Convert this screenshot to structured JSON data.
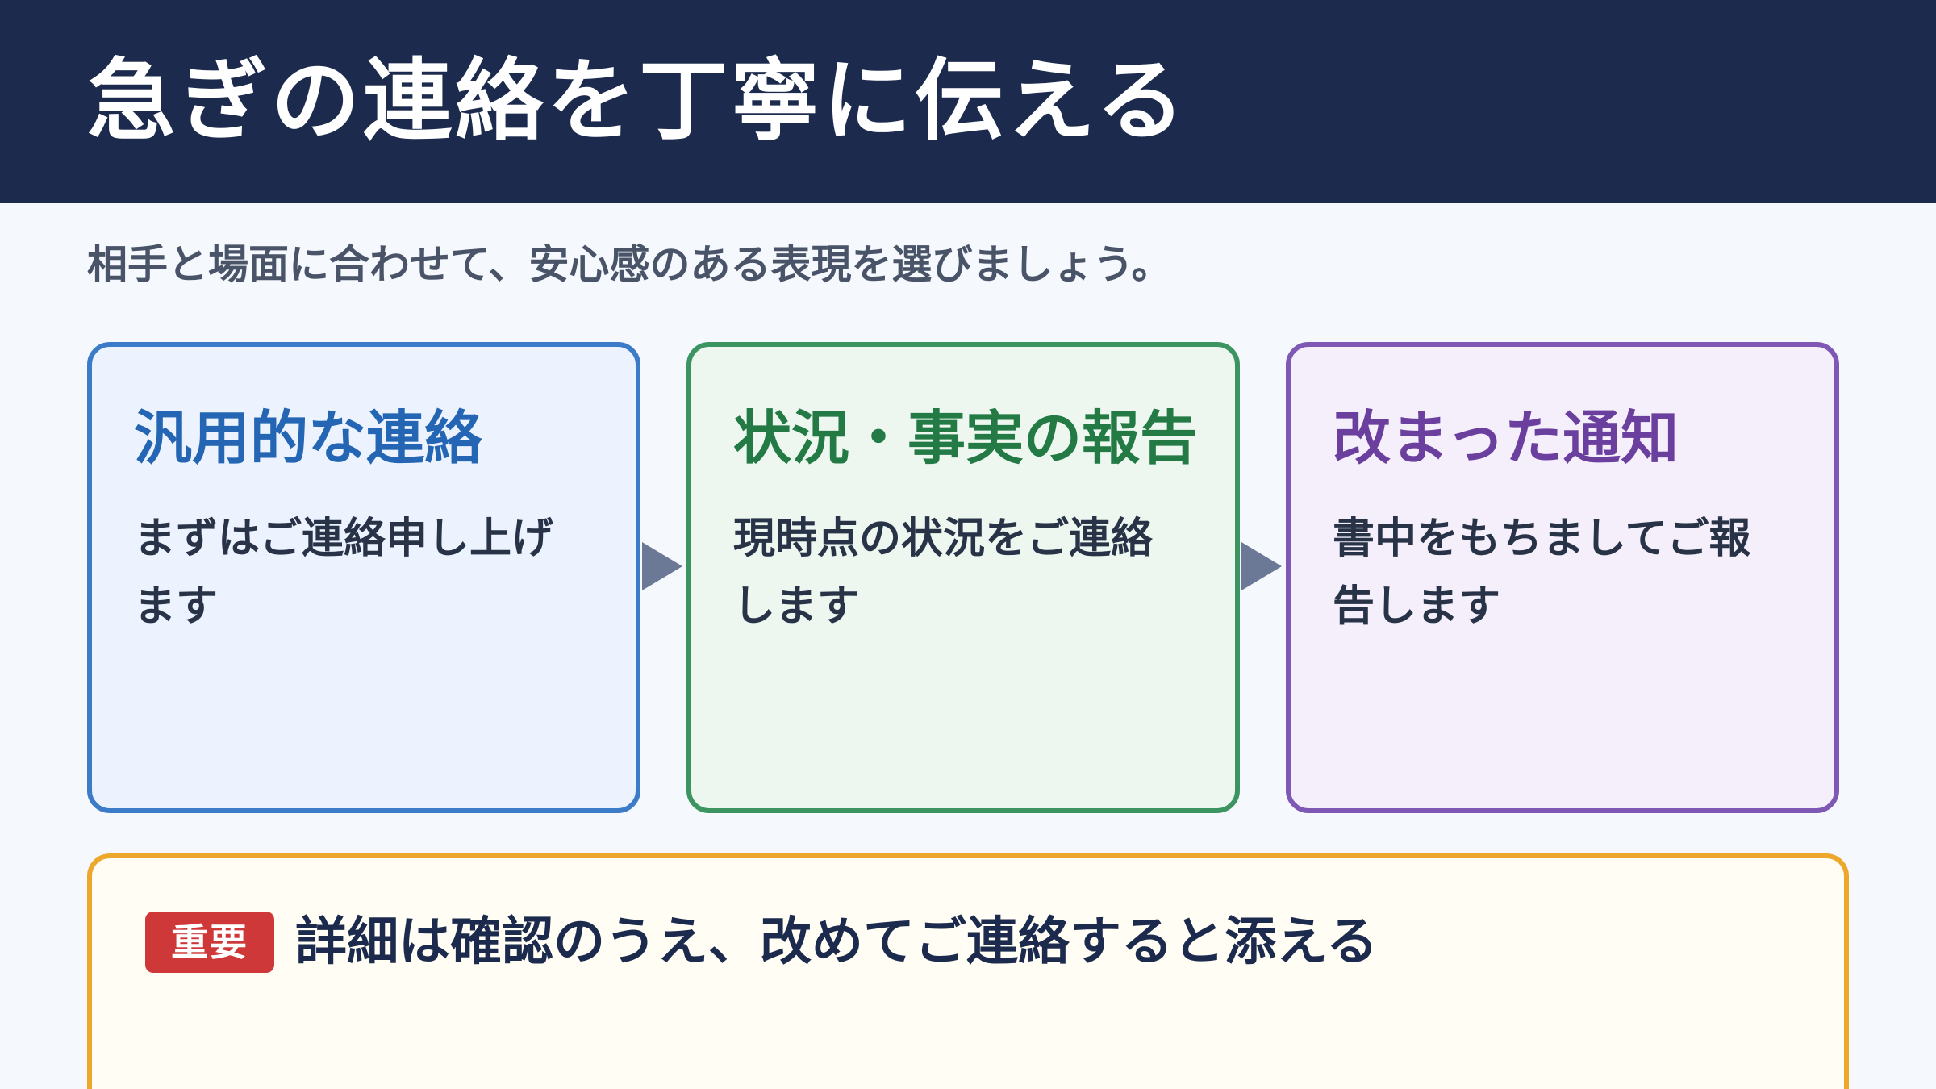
{
  "header": {
    "title": "急ぎの連絡を丁寧に伝える"
  },
  "subtitle": "相手と場面に合わせて、安心感のある表現を選びましょう。",
  "cards": [
    {
      "title": "汎用的な連絡",
      "body": "まずはご連絡申し上げます"
    },
    {
      "title": "状況・事実の報告",
      "body": "現時点の状況をご連絡します"
    },
    {
      "title": "改まった通知",
      "body": "書中をもちましてご報告します"
    }
  ],
  "notice": {
    "badge": "重要",
    "text": "詳細は確認のうえ、改めてご連絡すると添える"
  },
  "colors": {
    "header_bg": "#1c2b4d",
    "card1_accent": "#3b7bc8",
    "card2_accent": "#3c9460",
    "card3_accent": "#7e58b4",
    "notice_accent": "#eca72c",
    "badge_bg": "#cf3838"
  }
}
